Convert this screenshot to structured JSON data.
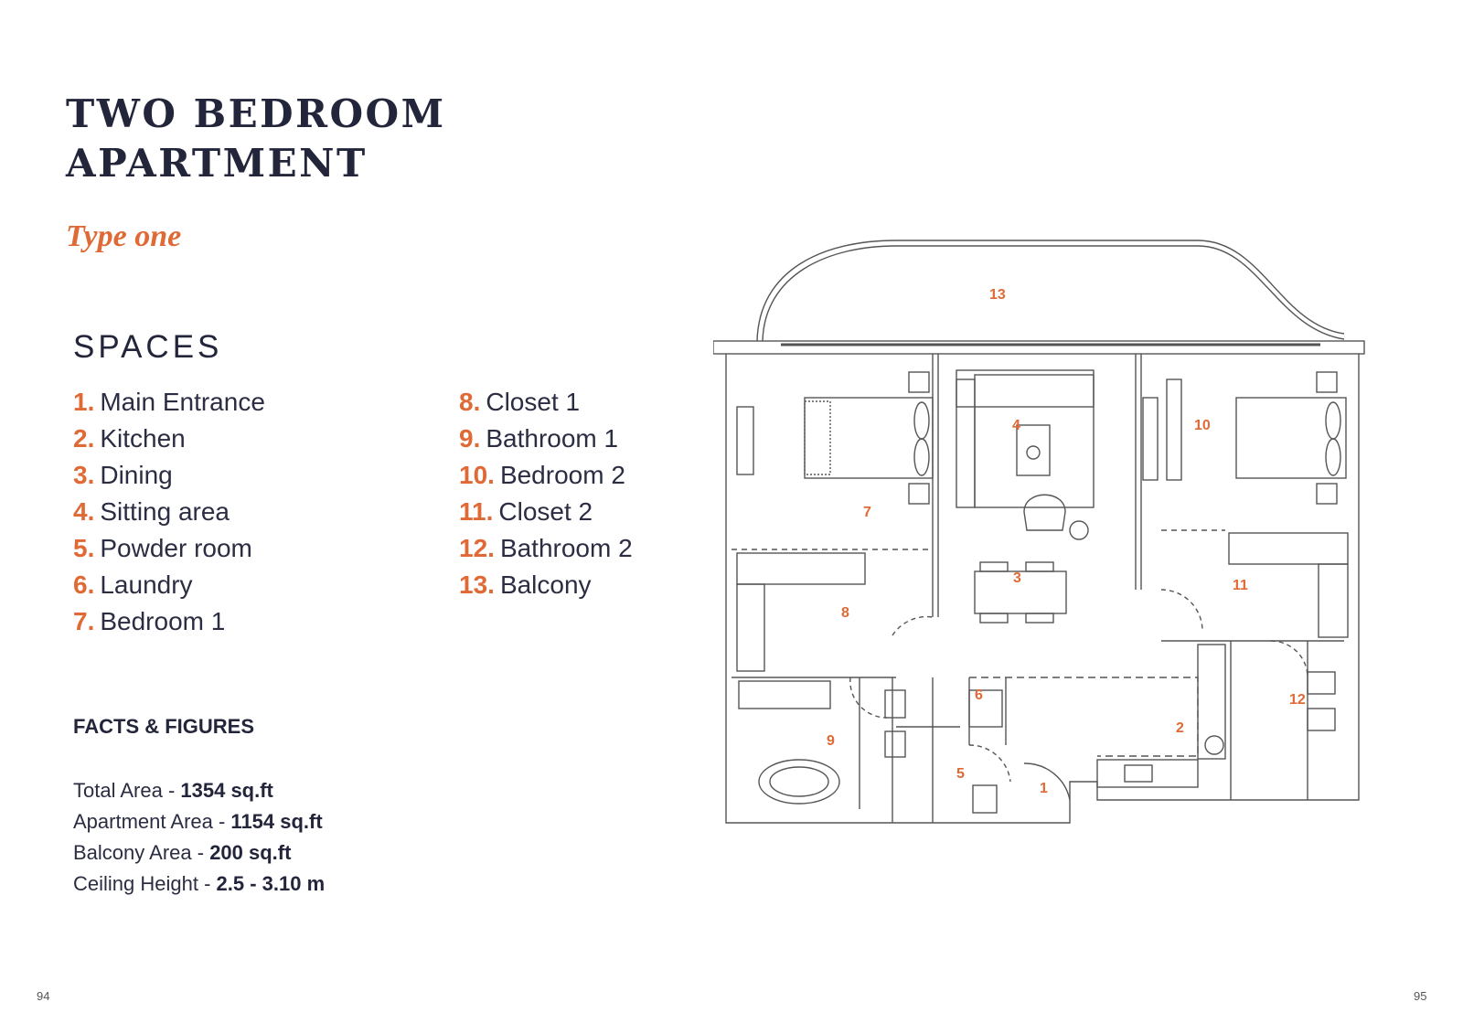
{
  "title": {
    "line1": "TWO BEDROOM",
    "line2": "APARTMENT"
  },
  "subtitle": "Type one",
  "spaces": {
    "heading": "SPACES",
    "items": [
      {
        "num": "1.",
        "label": "Main Entrance"
      },
      {
        "num": "2.",
        "label": "Kitchen"
      },
      {
        "num": "3.",
        "label": "Dining"
      },
      {
        "num": "4.",
        "label": "Sitting area"
      },
      {
        "num": "5.",
        "label": "Powder room"
      },
      {
        "num": "6.",
        "label": "Laundry"
      },
      {
        "num": "7.",
        "label": "Bedroom 1"
      },
      {
        "num": "8.",
        "label": "Closet 1"
      },
      {
        "num": "9.",
        "label": "Bathroom 1"
      },
      {
        "num": "10.",
        "label": "Bedroom 2"
      },
      {
        "num": "11.",
        "label": "Closet 2"
      },
      {
        "num": "12.",
        "label": "Bathroom 2"
      },
      {
        "num": "13.",
        "label": "Balcony"
      }
    ]
  },
  "facts": {
    "heading": "FACTS & FIGURES",
    "items": [
      {
        "label": "Total Area - ",
        "value": "1354 sq.ft"
      },
      {
        "label": "Apartment Area - ",
        "value": "1154 sq.ft"
      },
      {
        "label": "Balcony Area - ",
        "value": "200 sq.ft"
      },
      {
        "label": "Ceiling Height - ",
        "value": "2.5 - 3.10 m"
      }
    ]
  },
  "floorplan": {
    "labels": [
      "1",
      "2",
      "3",
      "4",
      "5",
      "6",
      "7",
      "8",
      "9",
      "10",
      "11",
      "12",
      "13"
    ],
    "accent_color": "#e06a35",
    "line_color": "#555555"
  },
  "pages": {
    "left": "94",
    "right": "95"
  }
}
